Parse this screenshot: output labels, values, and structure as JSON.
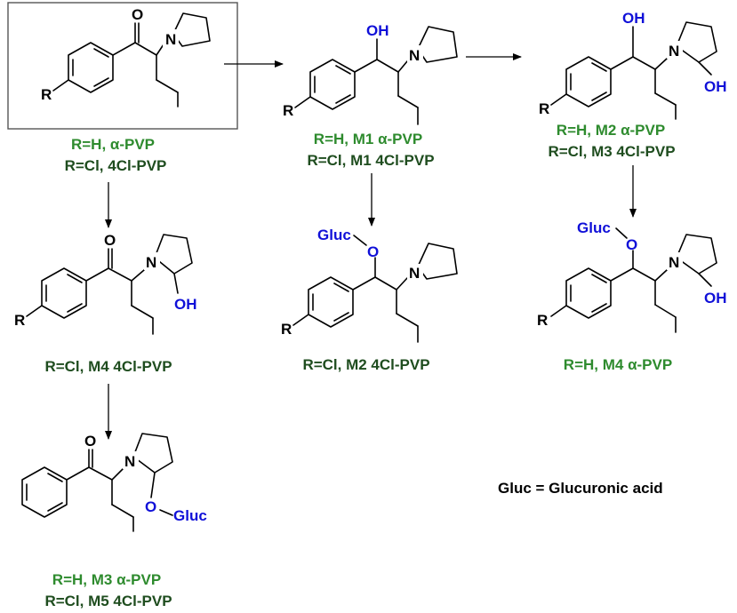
{
  "colors": {
    "green_bright": "#2e8b2e",
    "green_dark": "#1f4d1f",
    "blue": "#1010d8",
    "black": "#000000"
  },
  "atoms": {
    "O": "O",
    "OH": "OH",
    "N": "N",
    "R": "R",
    "Gluc": "Gluc"
  },
  "legend": "Gluc = Glucuronic acid",
  "compounds": {
    "parent": {
      "line1": "R=H, α-PVP",
      "line2": "R=Cl,  4Cl-PVP"
    },
    "m1": {
      "line1": "R=H, M1 α-PVP",
      "line2": "R=Cl,  M1 4Cl-PVP"
    },
    "m2diol": {
      "line1": "R=H, M2 α-PVP",
      "line2": "R=Cl,   M3 4Cl-PVP"
    },
    "m4": {
      "line1": "R=Cl, M4 4Cl-PVP"
    },
    "m2gluc": {
      "line1": "R=Cl, M2 4Cl-PVP"
    },
    "m4gluc": {
      "line1": "R=H, M4 α-PVP"
    },
    "m3": {
      "line1": "R=H, M3 α-PVP",
      "line2": "R=Cl,  M5 4Cl-PVP"
    }
  }
}
